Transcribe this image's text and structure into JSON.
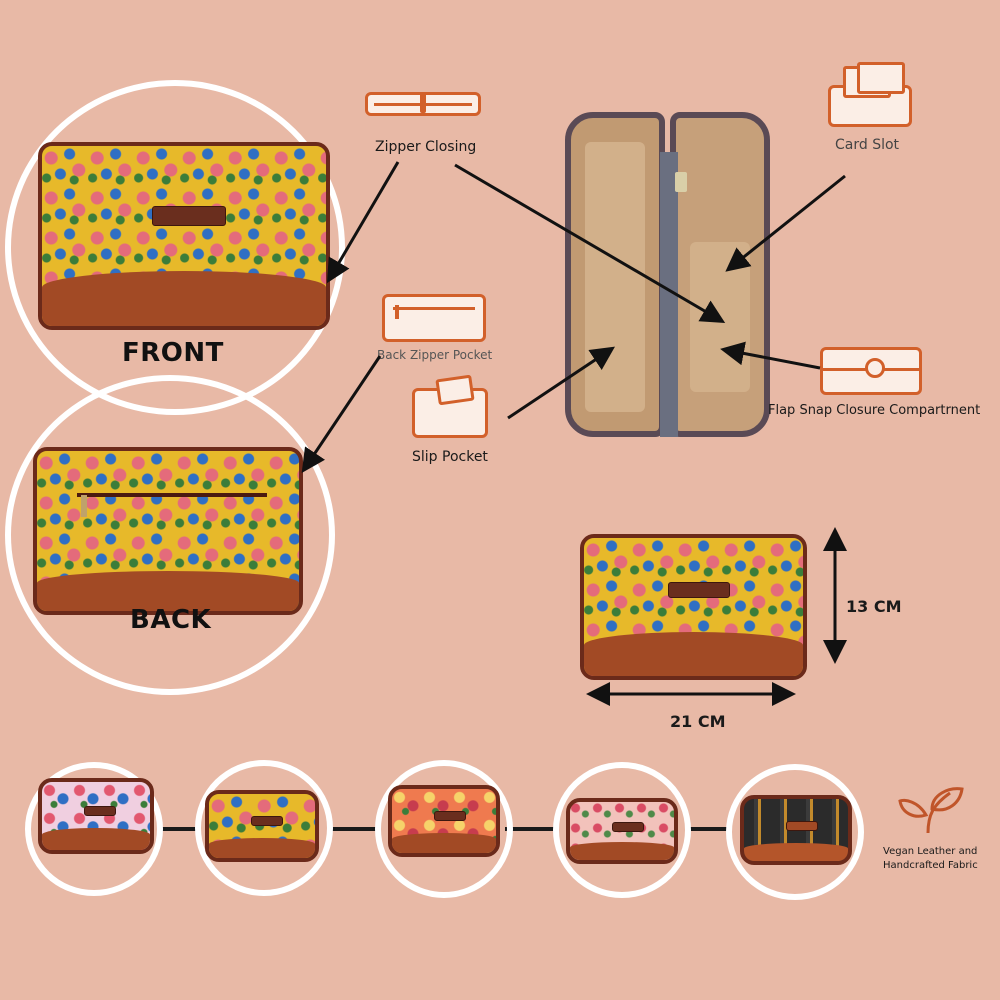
{
  "labels": {
    "front": "FRONT",
    "back": "BACK",
    "zipper_closing": "Zipper Closing",
    "back_zipper_pocket": "Back Zipper Pocket",
    "slip_pocket": "Slip Pocket",
    "card_slot": "Card Slot",
    "flap_snap": "Flap Snap Closure Compartrnent",
    "height": "13 CM",
    "width": "21 CM",
    "eco_line1": "Vegan Leather and",
    "eco_line2": "Handcrafted Fabric"
  },
  "icons": {
    "zipper": "zipper-icon",
    "back_zipper_pocket": "zipper-pocket-icon",
    "slip_pocket": "slip-pocket-icon",
    "card_slot": "card-slot-icon",
    "flap_snap": "flap-snap-icon",
    "eco": "leaf-icon"
  },
  "variants": [
    {
      "fabric": "pink floral"
    },
    {
      "fabric": "yellow floral"
    },
    {
      "fabric": "orange floral"
    },
    {
      "fabric": "blush floral"
    },
    {
      "fabric": "black ikat"
    }
  ],
  "colors": {
    "background": "#e8b9a6",
    "accent": "#d2602a",
    "leather": "#a24a25",
    "trim": "#6b2a1a"
  }
}
